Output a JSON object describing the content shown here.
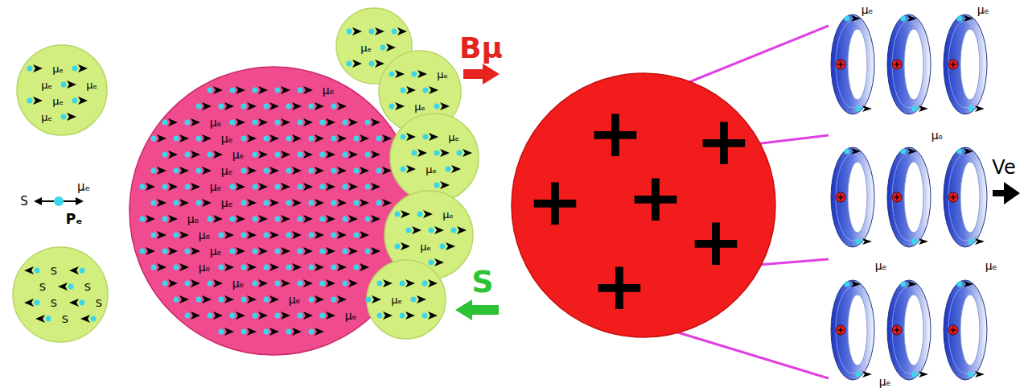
{
  "diagram": {
    "nodes": [
      {
        "text": [
          "μₑ",
          "μₑ",
          "μₑ",
          "μₑ",
          "μₑ"
        ]
      },
      {
        "text": [
          "S",
          "S",
          "S",
          "S",
          "S",
          "S"
        ]
      },
      {
        "text": [
          "μₑ",
          "μₑ",
          "μₑ",
          "μₑ",
          "μₑ",
          "μₑ",
          "μₑ",
          "μₑ",
          "μₑ",
          "μₑ",
          "μₑ",
          "μₑ",
          "μₑ",
          "μₑ"
        ]
      },
      {
        "text": [
          "μₑ"
        ]
      },
      {
        "text": [
          "μₑ",
          "μₑ"
        ]
      },
      {
        "text": [
          "μₑ",
          "μₑ"
        ]
      },
      {
        "text": [
          "μₑ",
          "μₑ"
        ]
      },
      {
        "text": [
          "μₑ"
        ]
      },
      {
        "text": [
          "+",
          "+",
          "+",
          "+",
          "+",
          "+"
        ]
      }
    ],
    "labels": [
      "S",
      "μₑ",
      "Pₑ",
      "Bμ",
      "S",
      "Ve",
      "μₑ",
      "μₑ",
      "μₑ",
      "μₑ",
      "μₑ",
      "μₑ"
    ]
  }
}
